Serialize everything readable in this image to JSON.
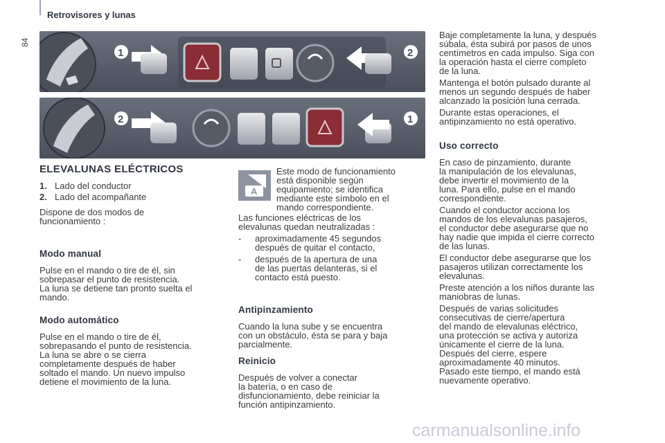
{
  "header": {
    "title": "Retrovisores y lunas",
    "page_number": "84"
  },
  "figure_top": {
    "callouts": [
      "1",
      "2"
    ]
  },
  "figure_bottom": {
    "callouts": [
      "2",
      "1"
    ]
  },
  "left_col": {
    "title": "ELEVALUNAS ELÉCTRICOS",
    "items": [
      {
        "num": "1.",
        "text": "Lado del conductor"
      },
      {
        "num": "2.",
        "text": "Lado del acompañante"
      }
    ],
    "intro": [
      "Dispone de dos modos de",
      "funcionamiento :"
    ],
    "manual_title": "Modo manual",
    "manual_lines": [
      "Pulse en el mando o tire de él, sin",
      "sobrepasar el punto de resistencia.",
      "La luna se detiene tan pronto suelta el",
      "mando."
    ],
    "auto_title": "Modo automático",
    "auto_lines": [
      "Pulse en el mando o tire de él,",
      "sobrepasando el punto de resistencia.",
      "La luna se abre o se cierra",
      "completamente después de haber",
      "soltado el mando. Un nuevo impulso",
      "detiene el movimiento de la luna."
    ]
  },
  "mid_col": {
    "icon_letter": "A",
    "note_lines": [
      "Este modo de funcionamiento",
      "está disponible según",
      "equipamiento; se identifica",
      "mediante este símbolo en el",
      "mando correspondiente."
    ],
    "neutral_lines": [
      "Las funciones eléctricas de los",
      "elevalunas quedan neutralizadas :"
    ],
    "dash_items": [
      {
        "dash": "-",
        "lines": [
          "aproximadamente 45 segundos",
          "después de quitar el contacto,"
        ]
      },
      {
        "dash": "-",
        "lines": [
          "después de la apertura de una",
          "de las puertas delanteras, si el",
          "contacto está puesto."
        ]
      }
    ],
    "anti_title": "Antipinzamiento",
    "anti_lines": [
      "Cuando la luna sube y se encuentra",
      "con un obstáculo, ésta se para y baja",
      "parcialmente."
    ],
    "reinicio_title": "Reinicio",
    "reinicio_lines": [
      "Después de volver a conectar",
      "la batería, o en caso de",
      "disfuncionamiento, debe reiniciar la",
      "función antipinzamiento."
    ]
  },
  "right_col": {
    "p1": [
      "Baje completamente la luna, y después",
      "súbala, ésta subirá por pasos de unos",
      "centímetros en cada impulso. Siga con",
      "la operación hasta el cierre completo",
      "de la luna."
    ],
    "p2": [
      "Mantenga el botón pulsado durante al",
      "menos un segundo después de haber",
      "alcanzado la posición luna cerrada."
    ],
    "p3": [
      "Durante estas operaciones, el",
      "antipinzamiento no está operativo."
    ],
    "uso_title": "Uso correcto",
    "p4": [
      "En caso de pinzamiento, durante",
      "la manipulación de los elevalunas,",
      "debe invertir el movimiento de la",
      "luna. Para ello, pulse en el mando",
      "correspondiente."
    ],
    "p5": [
      "Cuando el conductor acciona los",
      "mandos de los elevalunas pasajeros,",
      "el conductor debe asegurarse que no",
      "hay nadie que impida el cierre correcto",
      "de las lunas."
    ],
    "p6": [
      "El conductor debe asegurarse que los",
      "pasajeros utilizan correctamente los",
      "elevalunas."
    ],
    "p7": [
      "Preste atención a los niños durante las",
      "maniobras de lunas."
    ],
    "p8": [
      "Después de varias solicitudes",
      "consecutivas de cierre/apertura",
      "del mando de elevalunas eléctrico,",
      "una protección se activa y autoriza",
      "únicamente el cierre de la luna.",
      "Después del cierre, espere",
      "aproximadamente 40 minutos.",
      "Pasado este tiempo, el mando está",
      "nuevamente operativo."
    ]
  },
  "watermark": "carmanualsonline.info"
}
